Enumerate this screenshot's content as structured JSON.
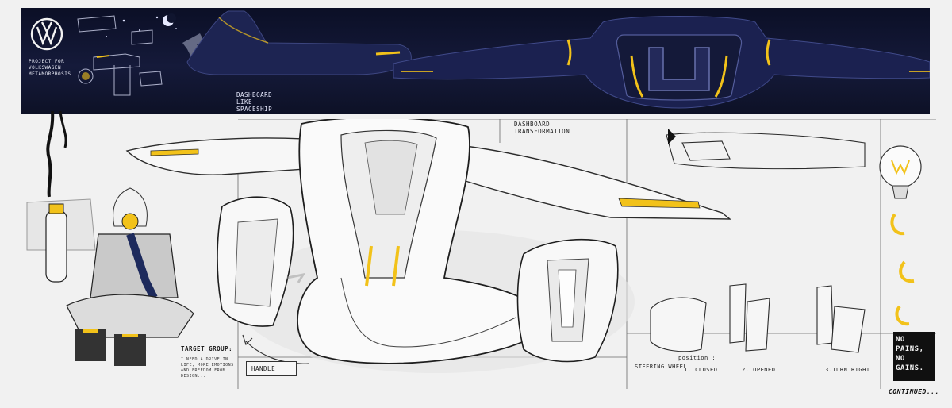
{
  "header": {
    "project_note": "PROJECT FOR VOLKSWAGEN METAMORPHOSIS",
    "dashboard_spaceship_label": "DASHBOARD LIKE SPACESHIP"
  },
  "sheet": {
    "dashboard_transformation_label": "DASHBOARD TRANSFORMATION",
    "handle_label": "HANDLE",
    "target_group_title": "TARGET GROUP:",
    "target_group_note": "I NEED A DRIVE IN LIFE, MORE EMOTIONS AND FREEDOM FROM DESIGN...",
    "steering_wheel_label": "STEERING WHEEL",
    "position_label": "position :",
    "position_closed": "1. CLOSED",
    "position_opened": "2. OPENED",
    "position_turn_right": "3.TURN RIGHT",
    "slogan": "NO PAINS, NO GAINS.",
    "continued": "CONTINUED..."
  },
  "colors": {
    "band": "#121736",
    "accent_yellow": "#f2c21a",
    "sketch_line": "#2b2b2b",
    "paper": "#f1f1f1"
  },
  "icons": [
    "vw-logo-icon",
    "moon-icon",
    "star-icon",
    "arrow-down-icon",
    "bulb-icon",
    "curved-arrow-icon"
  ]
}
